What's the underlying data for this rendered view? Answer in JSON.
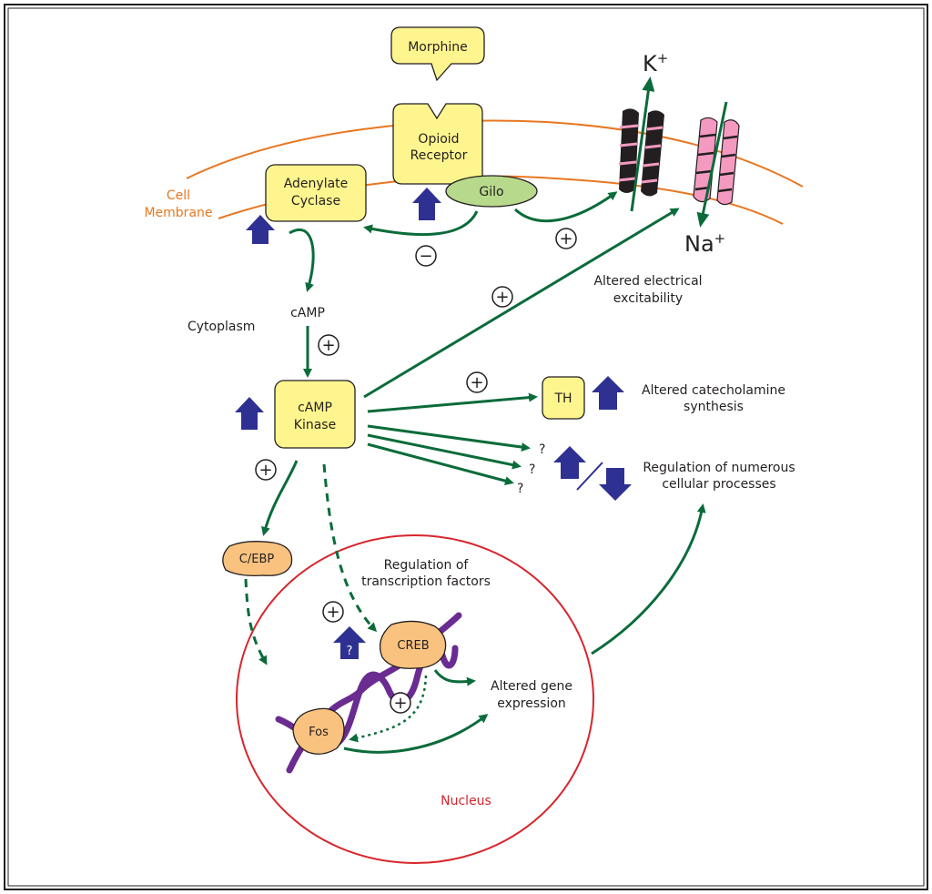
{
  "labels": {
    "morphine": "Morphine",
    "opioid_receptor_line1": "Opioid",
    "opioid_receptor_line2": "Receptor",
    "adenylate_cyclase_line1": "Adenylate",
    "adenylate_cyclase_line2": "Cyclase",
    "gilo": "Gilo",
    "k_ion": "K",
    "k_sup": "+",
    "na_ion": "Na",
    "na_sup": "+",
    "cell_membrane_line1": "Cell",
    "cell_membrane_line2": "Membrane",
    "camp": "cAMP",
    "cytoplasm": "Cytoplasm",
    "camp_kinase_line1": "cAMP",
    "camp_kinase_line2": "Kinase",
    "th": "TH",
    "altered_electrical_line1": "Altered electrical",
    "altered_electrical_line2": "excitability",
    "altered_catecholamine_line1": "Altered catecholamine",
    "altered_catecholamine_line2": "synthesis",
    "regulation_numerous_line1": "Regulation of numerous",
    "regulation_numerous_line2": "cellular processes",
    "question_mark": "?",
    "cebp": "C/EBP",
    "regulation_tf_line1": "Regulation of",
    "regulation_tf_line2": "transcription factors",
    "creb": "CREB",
    "fos": "Fos",
    "altered_gene_line1": "Altered gene",
    "altered_gene_line2": "expression",
    "nucleus": "Nucleus",
    "plus": "+",
    "minus": "−"
  },
  "colors": {
    "membrane": "#e87722",
    "arrow_green": "#0b6b3a",
    "up_arrow_blue": "#2e3192",
    "nucleus_red": "#d7262d",
    "dna_purple": "#6a2c91",
    "box_yellow": "#fff58e",
    "blob_orange": "#f9c27f",
    "channel_black": "#231f20",
    "channel_pink": "#f49ac1"
  }
}
